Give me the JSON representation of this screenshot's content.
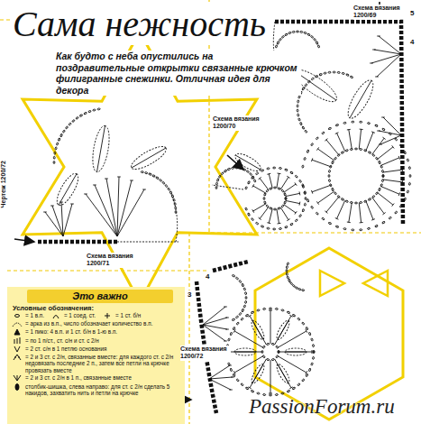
{
  "diagram": {
    "title": "Сама нежность",
    "caption": "Как будто с неба опустились на поздравительные открытки связанные крючком филигранные снежинки. Отличная идея для декора",
    "nodes": [
      {
        "text": [
          "Это важно"
        ]
      }
    ],
    "labels": [
      "Схема вязания 1200/69",
      "5",
      "4",
      "Схема вязания 1200/70",
      "Чертеж 1200/72",
      "Схема вязания 1200/71",
      "Схема вязания 1200/72",
      "4",
      "3",
      "Условные обозначения:",
      "PassionForum.ru"
    ],
    "legend": [
      {
        "text": "= 1 в.п."
      },
      {
        "text": "= 1 соед. ст."
      },
      {
        "text": "= 1 ст. б/н"
      },
      {
        "text": "= арка из в.п., число обозначает количество в.п."
      },
      {
        "text": "= 1 пико: 4 в.п. и 1 ст. б/н в 1-ю в.п."
      },
      {
        "text": "= по 1 п/ст., ст. с/н и ст. с 2/н"
      },
      {
        "text": "= 2 ст. с/н в 1 петлю основания"
      },
      {
        "text": "= 2 и 3 ст. с 2/н, связанные вместе: для каждого ст. с 2/н недовязать последние 2 п., затем все петли на крючке провязать вместе"
      },
      {
        "text": "= 2 и 3 ст. с 2/н в 1 п., связанные вместе"
      },
      {
        "text": "столбик-шишка, слева направо: для ст. с 2/н сделать 5 накидов, захватить нить и петли на крючке"
      }
    ]
  }
}
